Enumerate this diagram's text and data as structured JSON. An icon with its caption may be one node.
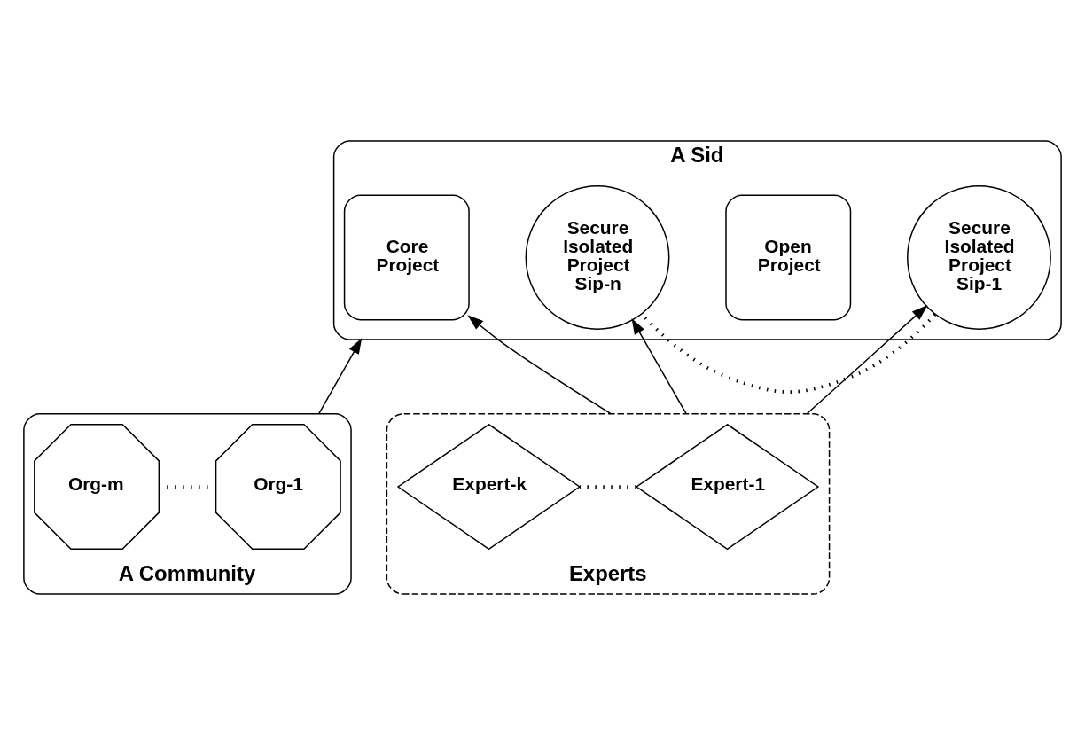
{
  "diagram": {
    "nodes": [
      {
        "text": [
          "A Sid"
        ]
      },
      {
        "text": [
          "Core Project"
        ],
        "in": 0
      },
      {
        "text": [
          "Open Project"
        ],
        "in": 0
      },
      {
        "text": [
          "Secure Isolated Project Sip-1"
        ],
        "in": 0
      },
      {
        "text": [
          "Secure Isolated Project Sip-n"
        ],
        "in": 0
      },
      {
        "text": [
          "A Community"
        ]
      },
      {
        "text": [
          "Org-1"
        ],
        "in": 5
      },
      {
        "text": [
          "Org-m"
        ],
        "in": 5
      },
      {
        "text": [
          "Experts"
        ]
      },
      {
        "text": [
          "Expert-1"
        ],
        "in": 8
      },
      {
        "text": [
          "Expert-k"
        ],
        "in": 8
      }
    ],
    "edges": [
      {
        "from": 3,
        "to": 4,
        "arrow": "none",
        "style": "dashed"
      },
      {
        "from": 6,
        "to": 7,
        "arrow": "none",
        "style": "dashed"
      },
      {
        "from": 9,
        "to": 10,
        "arrow": "none",
        "style": "dashed"
      },
      {
        "from": 5,
        "to": 0,
        "arrow": "to"
      },
      {
        "from": 8,
        "to": 1,
        "arrow": "to"
      },
      {
        "from": 8,
        "to": 3,
        "arrow": "to"
      },
      {
        "from": 8,
        "to": 4,
        "arrow": "to"
      }
    ]
  }
}
